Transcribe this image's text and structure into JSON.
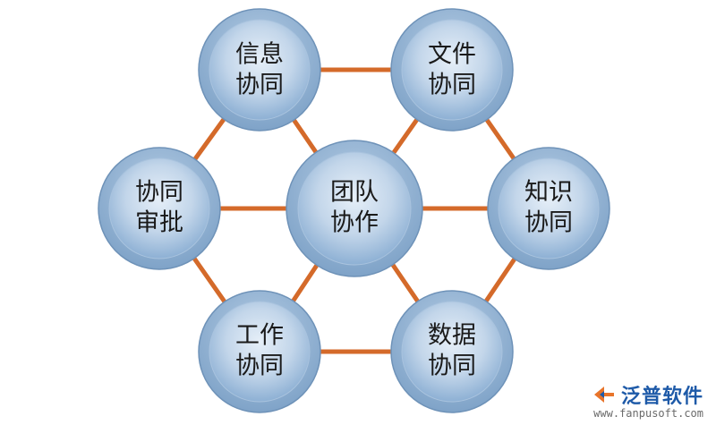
{
  "colors": {
    "connector": "#d46a2a",
    "node_outer": "#93b4d4",
    "node_outer_edge": "#6e92b8",
    "node_inner_light": "#dfeaf5",
    "node_inner_dark": "#8db0d4",
    "brand": "#1e5aa8",
    "logo_orange": "#e8742a"
  },
  "nodes": {
    "center": {
      "line1": "团队",
      "line2": "协作"
    },
    "top_left": {
      "line1": "信息",
      "line2": "协同"
    },
    "top_right": {
      "line1": "文件",
      "line2": "协同"
    },
    "left": {
      "line1": "协同",
      "line2": "审批"
    },
    "right": {
      "line1": "知识",
      "line2": "协同"
    },
    "bottom_left": {
      "line1": "工作",
      "line2": "协同"
    },
    "bottom_right": {
      "line1": "数据",
      "line2": "协同"
    }
  },
  "brand": {
    "logo_icon": "fan-logo-icon",
    "name": "泛普软件",
    "url": "www.fanpusoft.com"
  }
}
